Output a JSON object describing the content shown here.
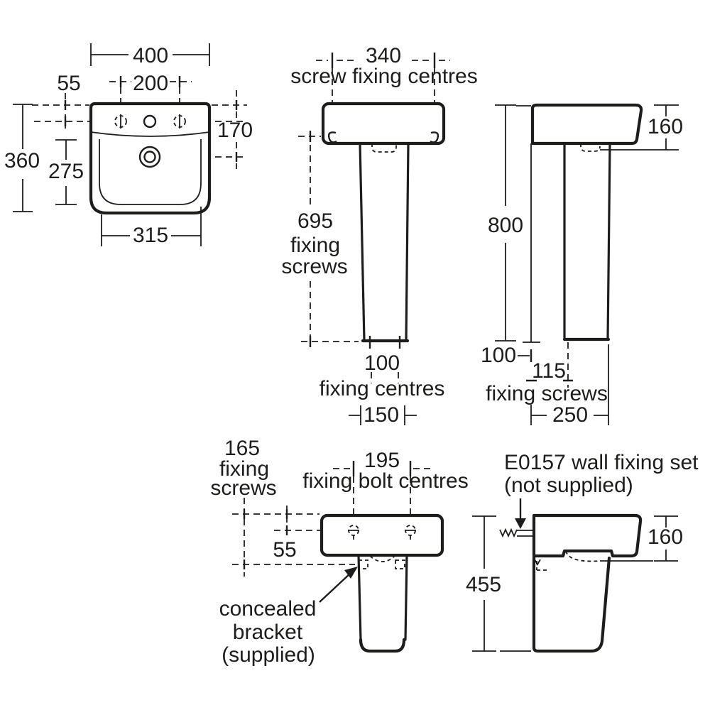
{
  "title": "washbasin and pedestal installation dimension drawing",
  "colors": {
    "background": "#ffffff",
    "ink": "#1d1d1b"
  },
  "views": {
    "plan": {
      "width": "400",
      "left_offset": "55",
      "tap_hole_centres": "200",
      "rim_to_drain": "170",
      "depth": "360",
      "bowl_depth": "275",
      "bowl_width": "315"
    },
    "front_full": {
      "screw_centres": "340",
      "screw_centres_label": "screw fixing centres",
      "fixing_height": "695",
      "fixing_word": "fixing",
      "screws_word": "screws",
      "base_centres": "100",
      "base_centres_label": "fixing centres",
      "base_width": "150"
    },
    "side_full": {
      "basin_height": "160",
      "overall_height": "800",
      "back_offset": "100",
      "screw_offset": "115",
      "fixing_screws_label": "fixing screws",
      "base_depth": "250"
    },
    "front_semi": {
      "fixing_height": "165",
      "fixing_word": "fixing",
      "screws_word": "screws",
      "bolt_centres": "195",
      "bolt_centres_label": "fixing bolt centres",
      "bracket_offset": "55",
      "bracket_line1": "concealed",
      "bracket_line2": "bracket",
      "bracket_line3": "(supplied)"
    },
    "side_semi": {
      "wall_fixing_line1": "E0157 wall fixing set",
      "wall_fixing_line2": "(not supplied)",
      "basin_height": "160",
      "pedestal_height": "455"
    }
  }
}
